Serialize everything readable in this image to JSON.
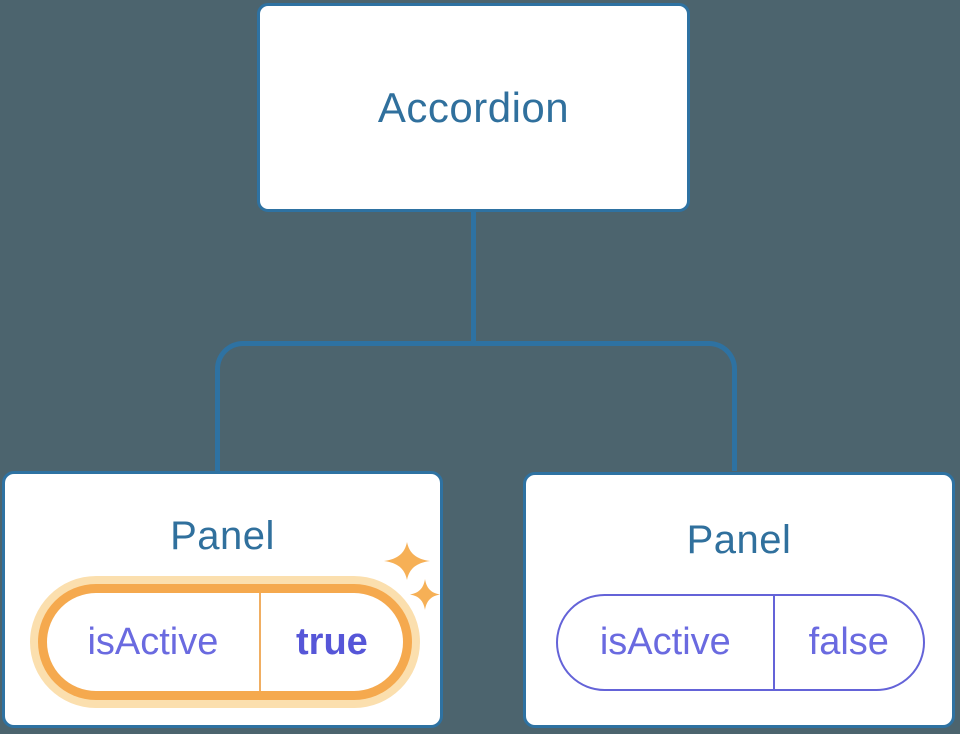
{
  "diagram": {
    "root_node": {
      "label": "Accordion"
    },
    "left_panel": {
      "label": "Panel",
      "state": {
        "key": "isActive",
        "value": "true"
      },
      "highlighted": true
    },
    "right_panel": {
      "label": "Panel",
      "state": {
        "key": "isActive",
        "value": "false"
      },
      "highlighted": false
    }
  },
  "colors": {
    "background": "#4c646e",
    "node_border_blue": "#2e72a2",
    "node_label_blue": "#30709d",
    "state_text_purple": "#6a6ae0",
    "state_value_bold_purple": "#5656d8",
    "inactive_pill_border_purple": "#6463d8",
    "highlight_ring_orange": "#f5a94e",
    "highlight_glow_peach": "#fbdfae",
    "highlight_divider_orange": "#f0ae62",
    "sparkle_orange": "#f6b056"
  }
}
